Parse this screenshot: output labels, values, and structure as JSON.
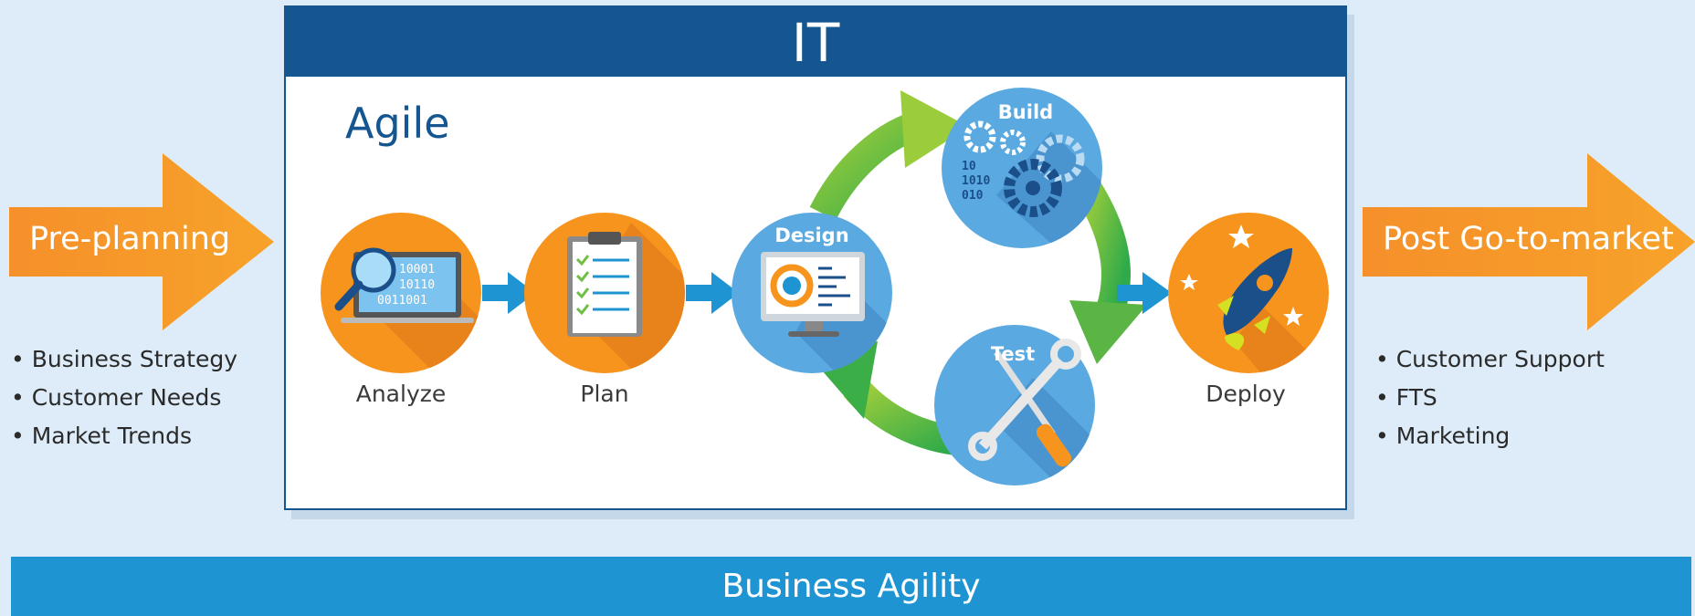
{
  "it": {
    "title": "IT"
  },
  "agile": {
    "title": "Agile"
  },
  "preplanning": {
    "label": "Pre-planning",
    "items": [
      "Business Strategy",
      "Customer Needs",
      "Market Trends"
    ]
  },
  "postmarket": {
    "label": "Post Go-to-market",
    "items": [
      "Customer Support",
      "FTS",
      "Marketing"
    ]
  },
  "stages": {
    "analyze": "Analyze",
    "plan": "Plan",
    "design": "Design",
    "build": "Build",
    "test": "Test",
    "deploy": "Deploy"
  },
  "analyze_binary": [
    "10001",
    "10110",
    "0011001"
  ],
  "build_binary": [
    "10",
    "1010",
    "010"
  ],
  "bottom": {
    "label": "Business Agility"
  },
  "colors": {
    "navy": "#155590",
    "orange": "#f7941d",
    "orange_dark": "#e8821a",
    "blue_circle": "#5aa9e0",
    "green": "#6fbf44",
    "arrow_blue": "#1e94d2",
    "bar_blue": "#1e94d2",
    "background": "#ddecf8"
  }
}
